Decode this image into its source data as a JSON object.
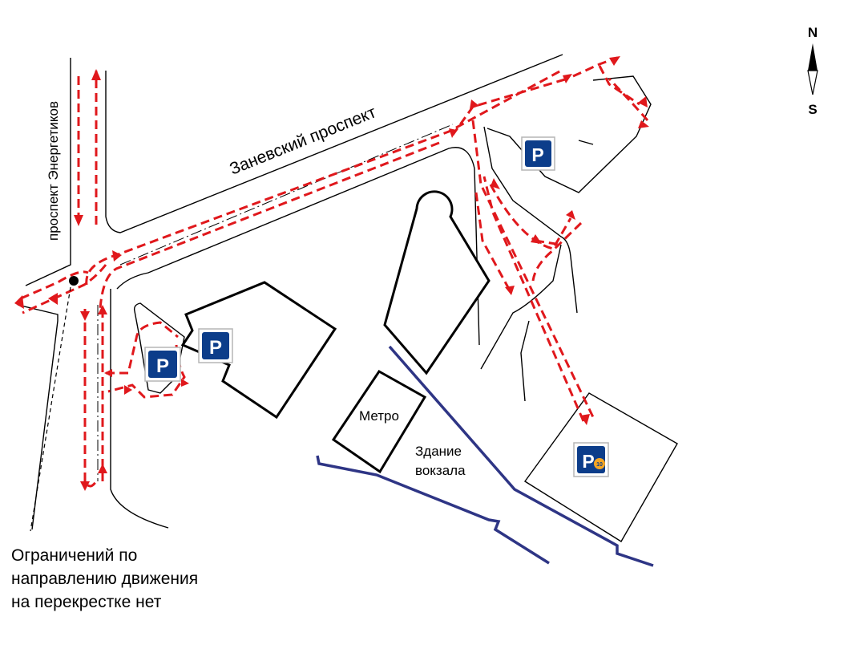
{
  "compass": {
    "north": "N",
    "south": "S"
  },
  "streets": {
    "zanevsky": "Заневский проспект",
    "energetikov": "проспект Энергетиков"
  },
  "buildings": {
    "metro": "Метро",
    "station": "Здание\nвокзала"
  },
  "parking": {
    "symbol": "P",
    "paid_badge": "10"
  },
  "note": "Ограничений по\nнаправлению движения\nна перекрестке нет",
  "colors": {
    "route": "#e0181c",
    "railway": "#2e3585",
    "parking": "#0c3d8a",
    "badge": "#f5a623"
  }
}
